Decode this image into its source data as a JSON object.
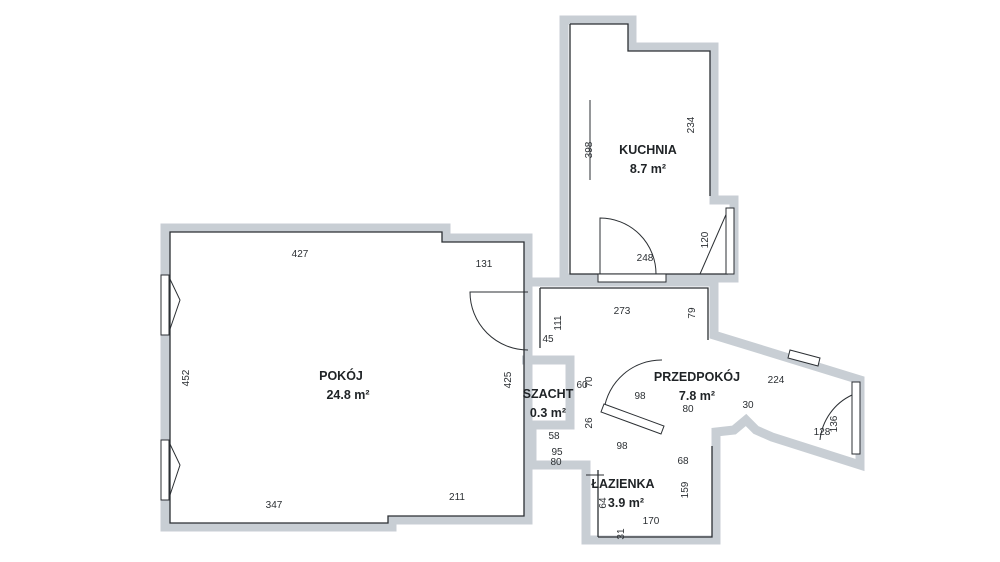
{
  "rooms": {
    "kuchnia": {
      "name": "KUCHNIA",
      "area": "8.7 m²"
    },
    "pokoj": {
      "name": "POKÓJ",
      "area": "24.8 m²"
    },
    "przedpokoj": {
      "name": "PRZEDPOKÓJ",
      "area": "7.8 m²"
    },
    "szacht": {
      "name": "SZACHT",
      "area": "0.3 m²"
    },
    "lazienka": {
      "name": "ŁAZIENKA",
      "area": "3.9 m²"
    }
  },
  "dimensions": {
    "kuchnia_height": "398",
    "kuchnia_right": "234",
    "kuchnia_door": "120",
    "kuchnia_width": "248",
    "pokoj_top": "427",
    "pokoj_recess": "131",
    "pokoj_left": "452",
    "pokoj_right": "425",
    "pokoj_bottom_left": "347",
    "pokoj_bottom_right": "211",
    "hall_top": "273",
    "hall_79": "79",
    "hall_111": "111",
    "hall_45": "45",
    "hall_60": "60",
    "hall_70": "70",
    "hall_98_upper": "98",
    "hall_80": "80",
    "hall_30": "30",
    "hall_224": "224",
    "hall_136": "136",
    "hall_128": "128",
    "hall_26": "26",
    "hall_58": "58",
    "hall_98_lower": "98",
    "bath_68": "68",
    "bath_95": "95",
    "bath_80": "80",
    "bath_159": "159",
    "bath_64": "64",
    "bath_170": "170",
    "bath_31": "31"
  }
}
